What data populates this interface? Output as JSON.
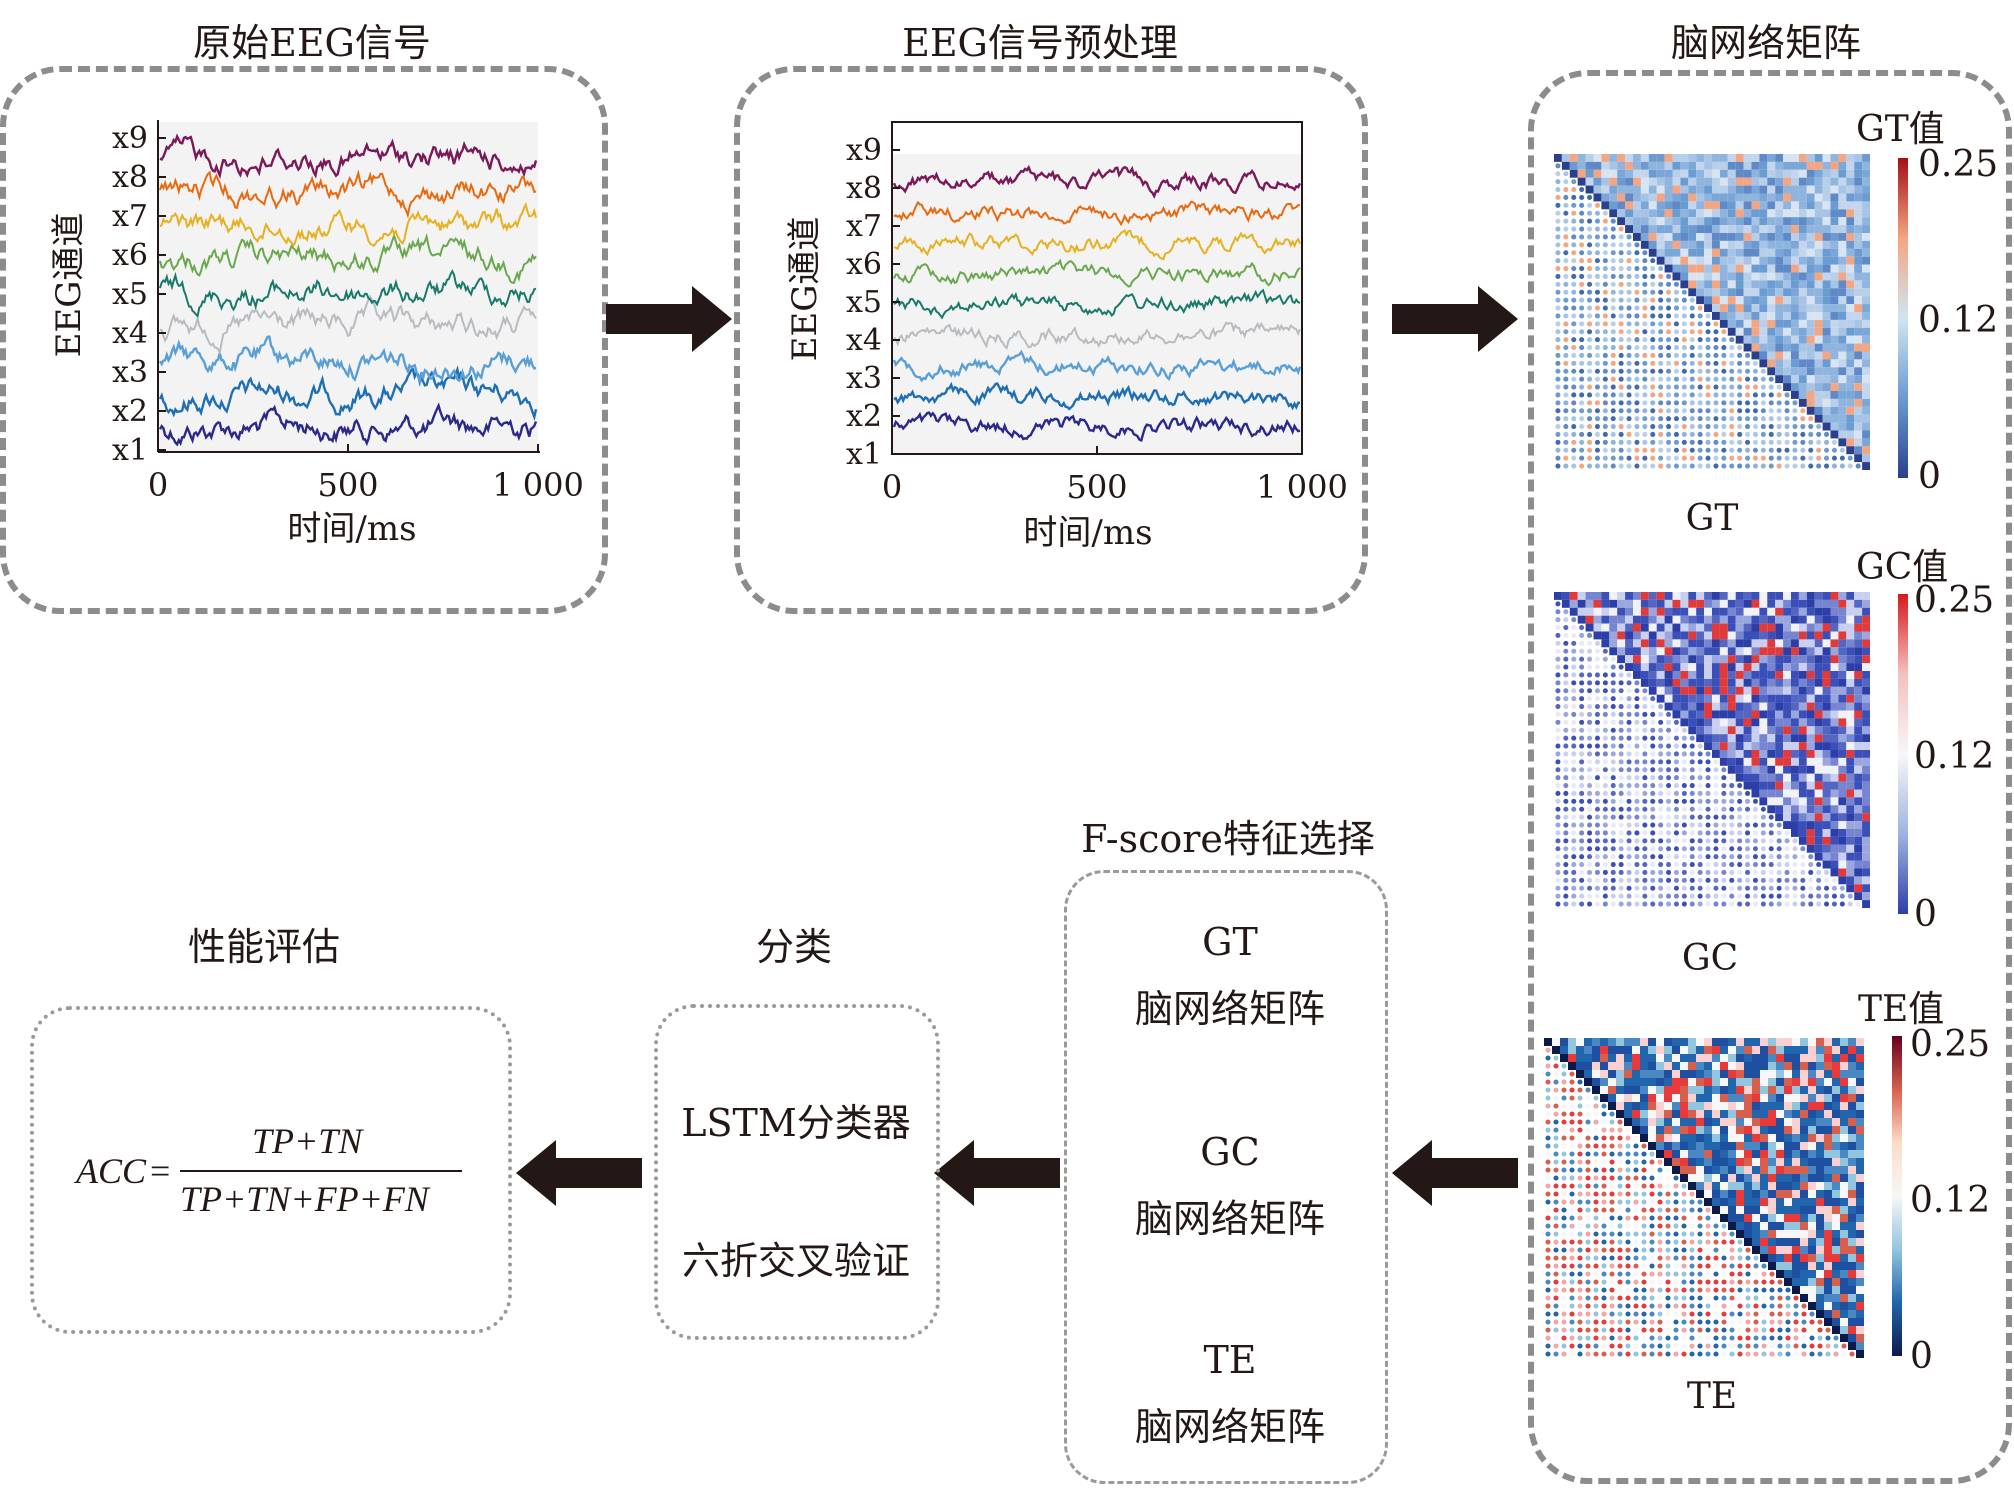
{
  "panel1": {
    "title": "原始EEG信号",
    "ylabel": "EEG通道",
    "xlabel": "时间/ms",
    "yticks": [
      "x1",
      "x2",
      "x3",
      "x4",
      "x5",
      "x6",
      "x7",
      "x8",
      "x9"
    ],
    "xticks": [
      "0",
      "500",
      "1 000"
    ]
  },
  "panel2": {
    "title": "EEG信号预处理",
    "ylabel": "EEG通道",
    "xlabel": "时间/ms",
    "yticks": [
      "x1",
      "x2",
      "x3",
      "x4",
      "x5",
      "x6",
      "x7",
      "x8",
      "x9"
    ],
    "xticks": [
      "0",
      "500",
      "1 000"
    ]
  },
  "panel3": {
    "title": "脑网络矩阵",
    "matrices": [
      {
        "name": "GT",
        "cbar_title": "GT值",
        "ticks": [
          "0.25",
          "0.12",
          "0"
        ]
      },
      {
        "name": "GC",
        "cbar_title": "GC值",
        "ticks": [
          "0.25",
          "0.12",
          "0"
        ]
      },
      {
        "name": "TE",
        "cbar_title": "TE值",
        "ticks": [
          "0.25",
          "0.12",
          "0"
        ]
      }
    ]
  },
  "fscore": {
    "title": "F-score特征选择",
    "items": [
      {
        "name": "GT",
        "sub": "脑网络矩阵"
      },
      {
        "name": "GC",
        "sub": "脑网络矩阵"
      },
      {
        "name": "TE",
        "sub": "脑网络矩阵"
      }
    ]
  },
  "classify": {
    "title": "分类",
    "line1": "LSTM分类器",
    "line2": "六折交叉验证"
  },
  "evaluate": {
    "title": "性能评估",
    "lhs": "ACC",
    "eq": "=",
    "numerator": "TP+TN",
    "denominator": "TP+TN+FP+FN"
  },
  "colors": {
    "dash": "#8c8c8c",
    "arrow": "#231815",
    "series": [
      "#2b2a8c",
      "#1f6fb5",
      "#5a9fd6",
      "#b8bcc0",
      "#1a7a6a",
      "#6aa84f",
      "#e8b020",
      "#e86a10",
      "#7a1a5a",
      "#2b2a8c"
    ]
  }
}
